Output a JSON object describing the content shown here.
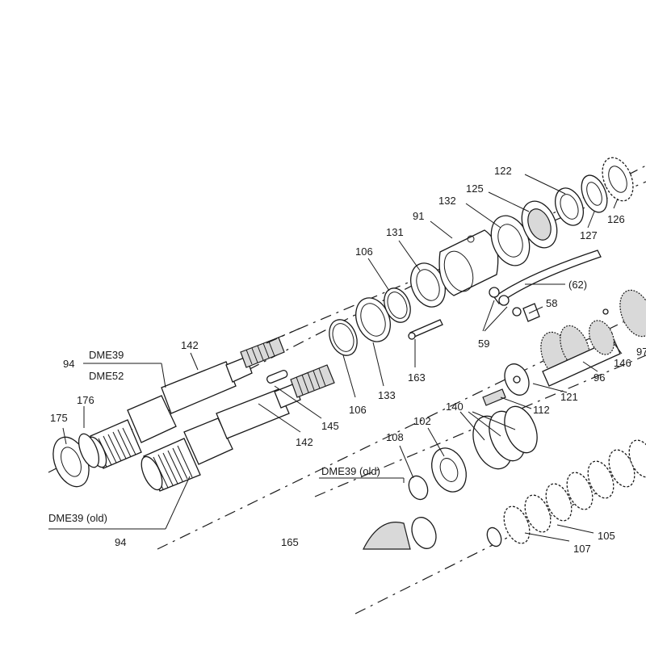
{
  "diagram": {
    "callouts": {
      "c122": "122",
      "c125": "125",
      "c132": "132",
      "c91": "91",
      "c131": "131",
      "c106a": "106",
      "c126": "126",
      "c127": "127",
      "c62": "(62)",
      "c58": "58",
      "c59": "59",
      "c163": "163",
      "c133": "133",
      "c106b": "106",
      "c142a": "142",
      "c94a": "94",
      "cDME39a": "DME39",
      "cDME52": "DME52",
      "c176": "176",
      "c175": "175",
      "c145": "145",
      "c142b": "142",
      "c146": "146",
      "c97": "97",
      "c96": "96",
      "c121": "121",
      "c112": "112",
      "c140": "140",
      "c102": "102",
      "c108": "108",
      "cDME39old1": "DME39 (old)",
      "cDME39old2": "DME39 (old)",
      "c94b": "94",
      "c165": "165",
      "c105": "105",
      "c107": "107"
    }
  }
}
